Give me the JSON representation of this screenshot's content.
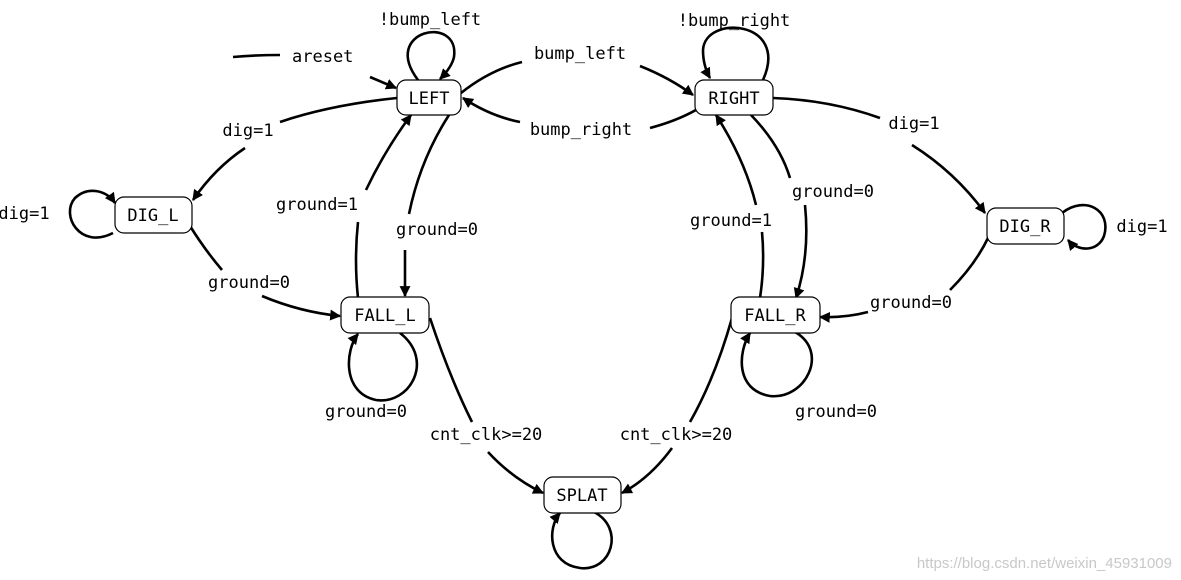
{
  "diagram": {
    "states": {
      "left": "LEFT",
      "right": "RIGHT",
      "dig_l": "DIG_L",
      "dig_r": "DIG_R",
      "fall_l": "FALL_L",
      "fall_r": "FALL_R",
      "splat": "SPLAT"
    },
    "transitions": {
      "reset": "areset",
      "left_self": "!bump_left",
      "right_self": "!bump_right",
      "left_to_right": "bump_left",
      "right_to_left": "bump_right",
      "left_to_dig_l": "dig=1",
      "dig_l_self": "dig=1",
      "dig_l_to_fall_l": "ground=0",
      "left_to_fall_l": "ground=0",
      "fall_l_to_left": "ground=1",
      "fall_l_self": "ground=0",
      "fall_l_to_splat": "cnt_clk>=20",
      "right_to_dig_r": "dig=1",
      "dig_r_self": "dig=1",
      "dig_r_to_fall_r": "ground=0",
      "right_to_fall_r": "ground=0",
      "fall_r_to_right": "ground=1",
      "fall_r_self": "ground=0",
      "fall_r_to_splat": "cnt_clk>=20"
    },
    "colors": {
      "line": "#000000",
      "watermark": "#c8c8c8"
    }
  },
  "watermark": "https://blog.csdn.net/weixin_45931009"
}
